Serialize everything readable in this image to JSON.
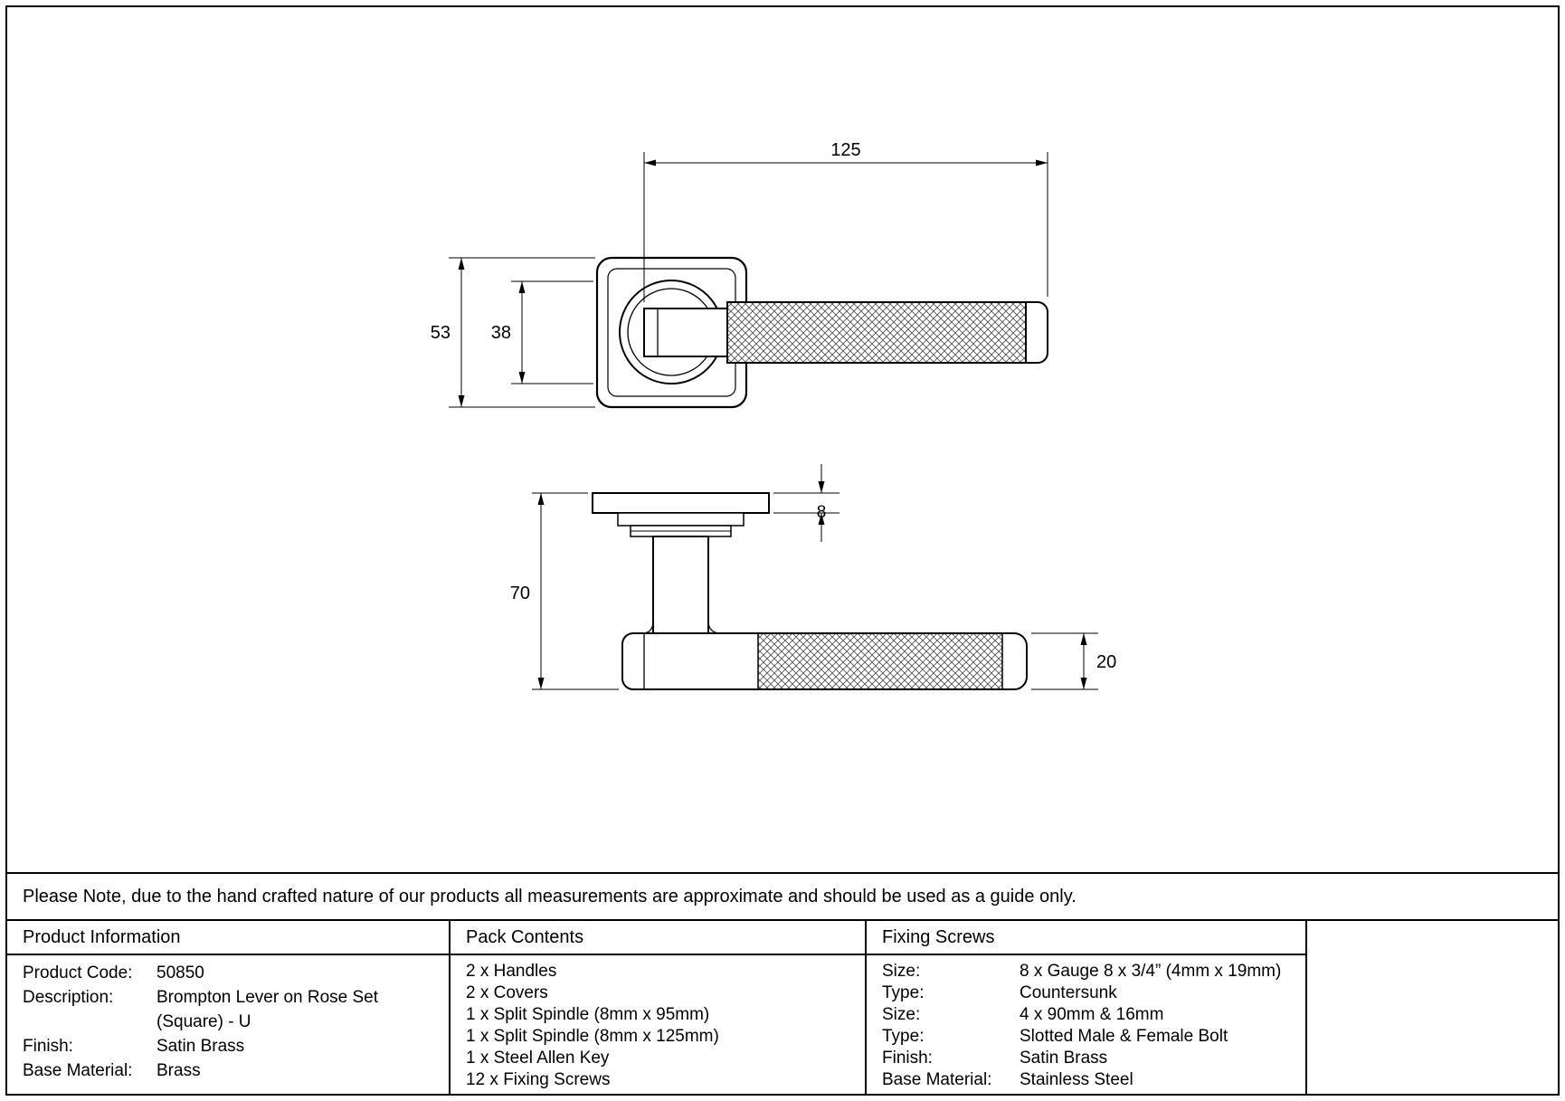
{
  "note": "Please Note, due to the hand crafted nature of our products all measurements are approximate and should be used as a guide only.",
  "drawing": {
    "dims": {
      "lever_length": "125",
      "rose_size": "53",
      "rose_inner": "38",
      "rose_depth": "8",
      "overall_projection": "70",
      "lever_diameter": "20"
    }
  },
  "table": {
    "product_information": {
      "header": "Product Information",
      "rows": [
        {
          "label": "Product Code:",
          "value": "50850"
        },
        {
          "label": "Description:",
          "value": "Brompton Lever on Rose Set (Square) - U"
        },
        {
          "label": "Finish:",
          "value": "Satin Brass"
        },
        {
          "label": "Base Material:",
          "value": "Brass"
        }
      ]
    },
    "pack_contents": {
      "header": "Pack Contents",
      "items": [
        "2 x Handles",
        "2 x Covers",
        "1 x Split Spindle (8mm x 95mm)",
        "1 x Split Spindle (8mm x 125mm)",
        "1 x Steel Allen Key",
        "12 x Fixing Screws"
      ]
    },
    "fixing_screws": {
      "header": "Fixing Screws",
      "rows": [
        {
          "label": "Size:",
          "value": "8 x Gauge 8 x 3/4” (4mm x 19mm)"
        },
        {
          "label": "Type:",
          "value": "Countersunk"
        },
        {
          "label": "Size:",
          "value": "4 x 90mm & 16mm"
        },
        {
          "label": "Type:",
          "value": "Slotted Male & Female Bolt"
        },
        {
          "label": "Finish:",
          "value": "Satin Brass"
        },
        {
          "label": "Base Material:",
          "value": "Stainless Steel"
        }
      ]
    }
  }
}
